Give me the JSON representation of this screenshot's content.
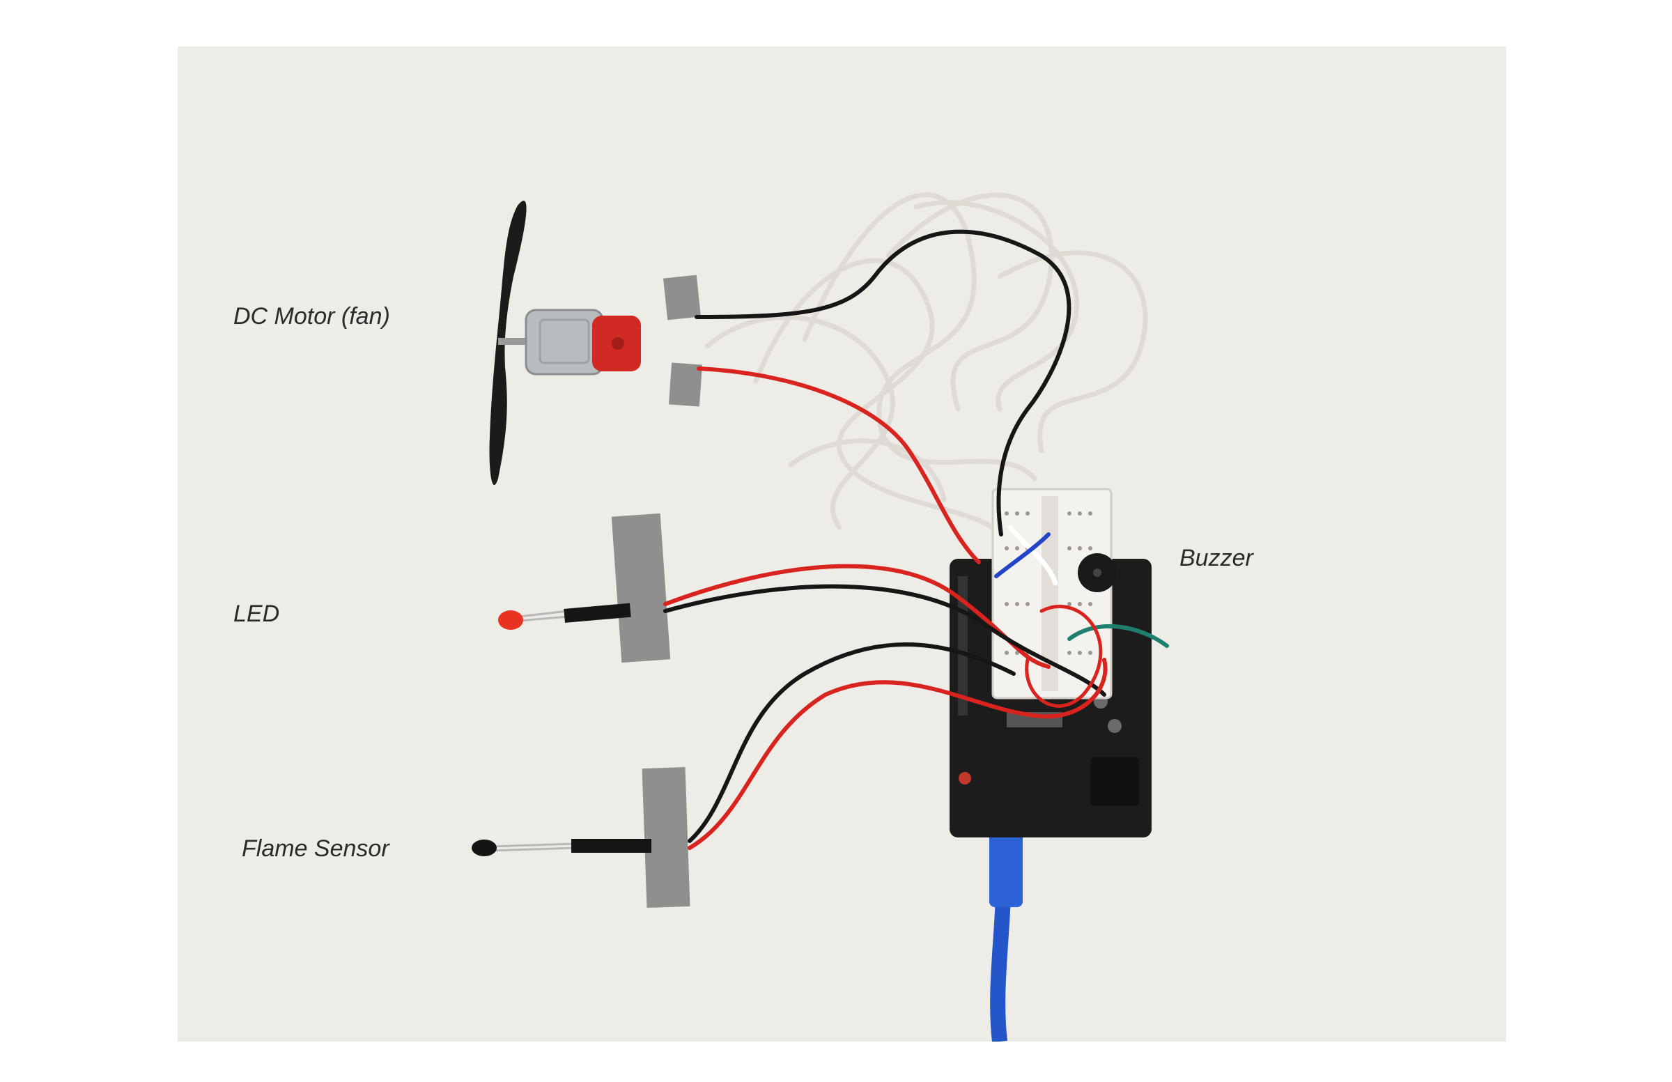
{
  "labels": {
    "motor": "DC Motor (fan)",
    "led": "LED",
    "flame": "Flame Sensor",
    "buzzer": "Buzzer"
  },
  "colors": {
    "page": "#ffffff",
    "photo_background": "#eeece6",
    "wire_red": "#d8231e",
    "wire_black": "#161616",
    "usb_cable": "#2456c9",
    "duct_tape": "#8f8f8f",
    "board": "#1c1c1c",
    "breadboard": "#f4f2ee",
    "motor_cap": "#d12a23",
    "led_red": "#e8331e"
  }
}
